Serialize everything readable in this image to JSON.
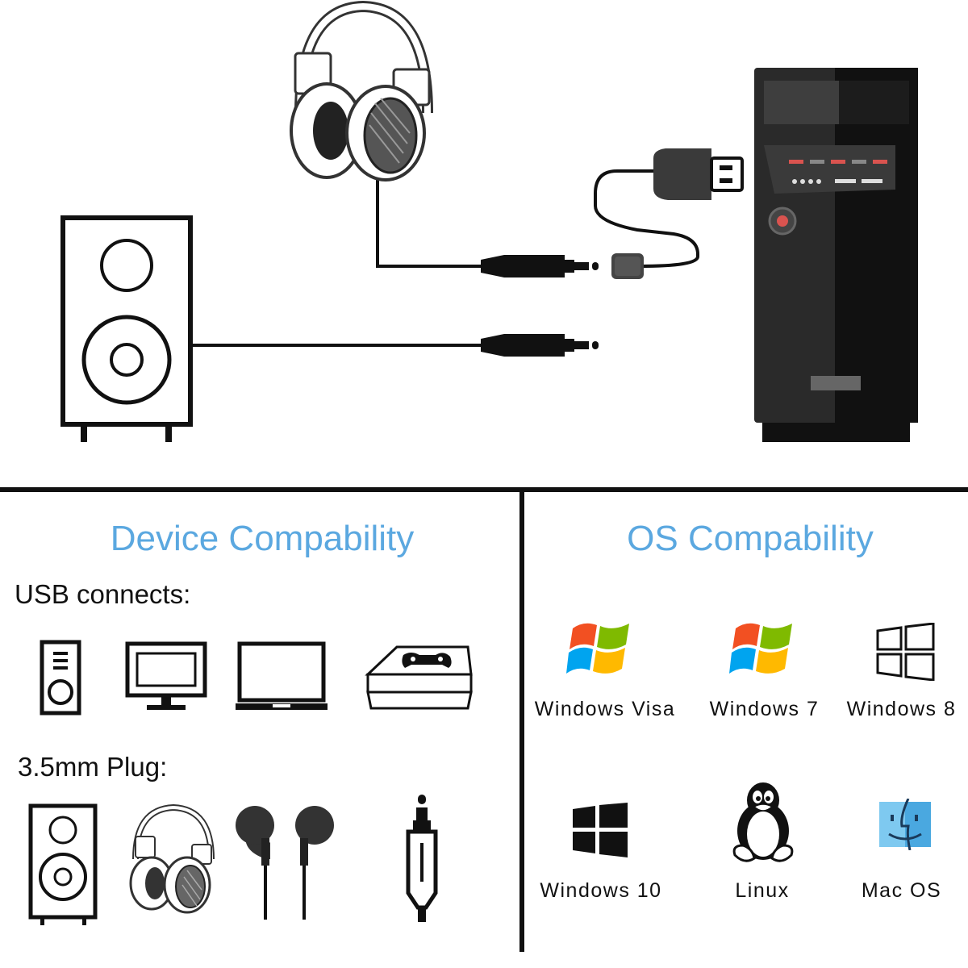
{
  "device_section": {
    "title": "Device Compability",
    "usb_label": "USB connects:",
    "plug_label": "3.5mm Plug:"
  },
  "os_section": {
    "title": "OS Compability",
    "items": [
      {
        "label": "Windows Visa",
        "icon": "windows-xp-flag-icon"
      },
      {
        "label": "Windows 7",
        "icon": "windows-7-flag-icon"
      },
      {
        "label": "Windows 8",
        "icon": "windows-8-logo-icon"
      },
      {
        "label": "Windows 10",
        "icon": "windows-10-logo-icon"
      },
      {
        "label": "Linux",
        "icon": "tux-penguin-icon"
      },
      {
        "label": "Mac OS",
        "icon": "mac-finder-icon"
      }
    ]
  },
  "colors": {
    "title_blue": "#5ba8e0",
    "line_black": "#111111",
    "pc_case": "#2a2a2a",
    "pc_accent_red": "#d9534f"
  }
}
